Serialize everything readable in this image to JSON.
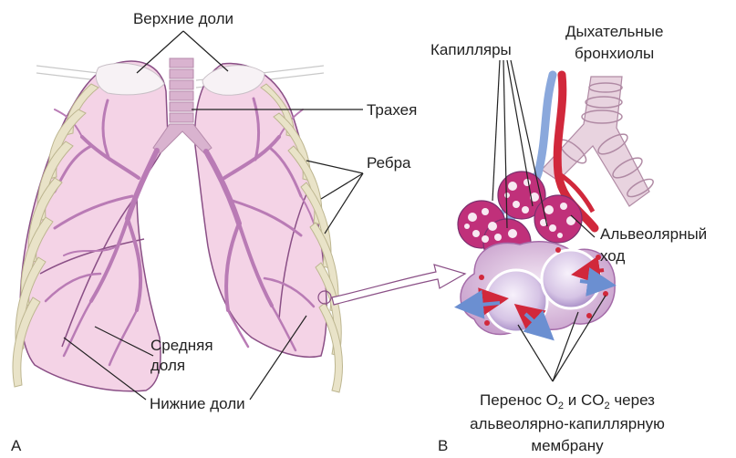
{
  "labels": {
    "upper_lobes": "Верхние доли",
    "trachea": "Трахея",
    "ribs": "Ребра",
    "middle_lobe_line1": "Средняя",
    "middle_lobe_line2": "доля",
    "lower_lobes": "Нижние доли",
    "capillaries": "Капилляры",
    "resp_bronchioles_line1": "Дыхательные",
    "resp_bronchioles_line2": "бронхиолы",
    "alveolar_duct_line1": "Альвеолярный",
    "alveolar_duct_line2": "ход",
    "transfer_line1_a": "Перенос O",
    "transfer_line1_sub1": "2",
    "transfer_line1_b": " и CO",
    "transfer_line1_sub2": "2",
    "transfer_line1_c": " через",
    "transfer_line2": "альвеолярно-капиллярную",
    "transfer_line3": "мембрану",
    "panel_a": "A",
    "panel_b": "B"
  },
  "colors": {
    "lung_fill": "#f4d3e6",
    "lung_stroke": "#8a4f86",
    "bronchi": "#b97bb5",
    "trachea": "#d9b3cf",
    "rib": "#e9e3c8",
    "artery_red": "#d1283b",
    "vein_blue": "#8aa8dc",
    "alveolus": "#d9cbe6",
    "capillary_bead": "#c0307a"
  }
}
